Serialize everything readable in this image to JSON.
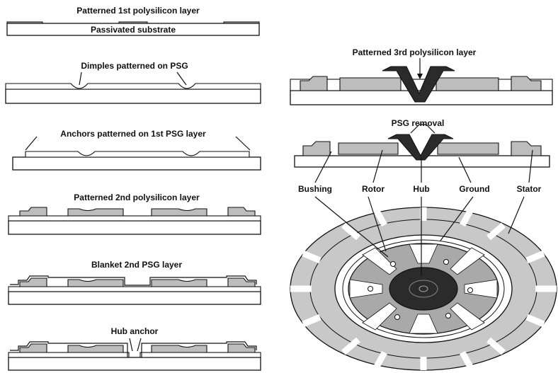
{
  "steps": {
    "s1_title": "Patterned 1st polysilicon layer",
    "s1_substrate": "Passivated substrate",
    "s2_title": "Dimples patterned on PSG",
    "s3_title": "Anchors patterned on 1st PSG layer",
    "s4_title": "Patterned 2nd polysilicon layer",
    "s5_title": "Blanket 2nd PSG layer",
    "s6_title": "Hub anchor",
    "s7_title": "Patterned 3rd polysilicon layer",
    "s8_title": "PSG removal"
  },
  "motor_labels": {
    "bushing": "Bushing",
    "rotor": "Rotor",
    "hub": "Hub",
    "ground": "Ground",
    "stator": "Stator"
  },
  "colors": {
    "polysilicon": "#bdbdbd",
    "dark_hub": "#2b2b2b",
    "stator_light": "#c8c8c8",
    "rotor_light": "#a9a9a9"
  }
}
